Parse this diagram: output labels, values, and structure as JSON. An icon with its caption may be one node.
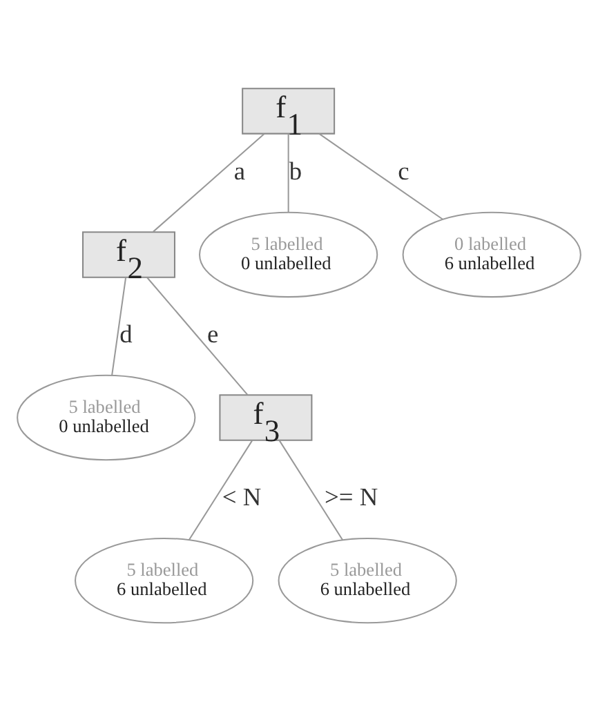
{
  "diagram": {
    "nodes": [
      {
        "text": [
          "f$_{1}$"
        ]
      },
      {
        "text": [
          "f$_{2}$"
        ]
      },
      {
        "text": [
          "5 labelled",
          "0 unlabelled"
        ]
      },
      {
        "text": [
          "0 labelled",
          "6 unlabelled"
        ]
      },
      {
        "text": [
          "5 labelled",
          "0 unlabelled"
        ]
      },
      {
        "text": [
          "f$_{3}$"
        ]
      },
      {
        "text": [
          "5 labelled",
          "6 unlabelled"
        ]
      },
      {
        "text": [
          "5 labelled",
          "6 unlabelled"
        ]
      }
    ],
    "edges": [
      {
        "from": 0,
        "to": 1,
        "arrow": "none",
        "label": "a"
      },
      {
        "from": 0,
        "to": 2,
        "arrow": "none",
        "label": "b"
      },
      {
        "from": 0,
        "to": 3,
        "arrow": "none",
        "label": "c"
      },
      {
        "from": 1,
        "to": 4,
        "arrow": "none",
        "label": "d"
      },
      {
        "from": 1,
        "to": 5,
        "arrow": "none",
        "label": "e"
      },
      {
        "from": 5,
        "to": 6,
        "arrow": "none",
        "label": "< N"
      },
      {
        "from": 5,
        "to": 7,
        "arrow": "none",
        "label": ">= N"
      }
    ]
  }
}
